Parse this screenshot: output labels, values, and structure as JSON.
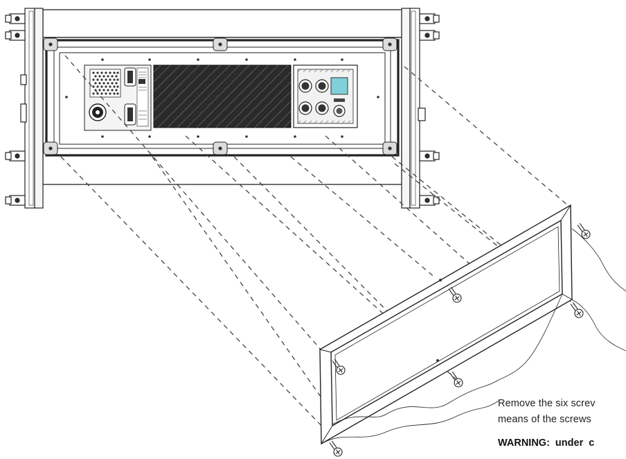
{
  "image": {
    "kind": "technical-illustration",
    "subject": "speaker-rear-panel-cover-removal"
  },
  "caption": {
    "line1": "Remove the six screv",
    "line2": "means of the screws",
    "warning": "WARNING:  under  c"
  },
  "colors": {
    "line": "#222222",
    "panel_fill": "#ffffff",
    "heatsink": "#2a2a2a",
    "display": "#7fd0d8",
    "dashed": "#444444"
  },
  "icons": [
    "screw-icon",
    "speaker-connector-icon",
    "xlr-connector-icon",
    "display-icon"
  ]
}
